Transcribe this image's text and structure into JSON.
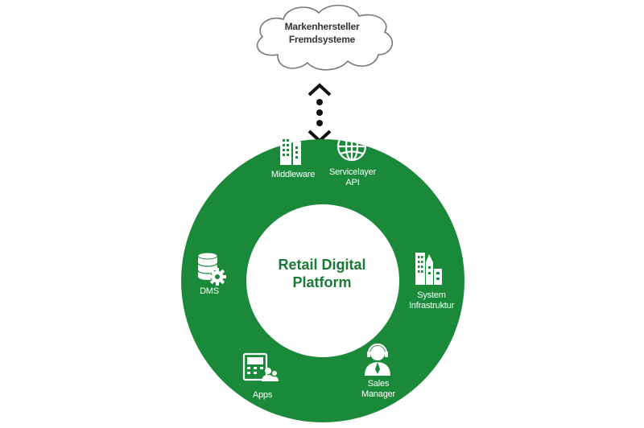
{
  "cloud": {
    "line1": "Markenhersteller",
    "line2": "Fremdsysteme"
  },
  "center": {
    "line1": "Retail Digital",
    "line2": "Platform"
  },
  "nodes": [
    {
      "id": "middleware",
      "label_lines": [
        "Middleware"
      ],
      "icon": "buildings-icon"
    },
    {
      "id": "servicelayer",
      "label_lines": [
        "Servicelayer",
        "API"
      ],
      "icon": "globe-icon"
    },
    {
      "id": "system",
      "label_lines": [
        "System",
        "Infrastruktur"
      ],
      "icon": "buildings-icon"
    },
    {
      "id": "sales",
      "label_lines": [
        "Sales",
        "Manager"
      ],
      "icon": "headset-person-icon"
    },
    {
      "id": "apps",
      "label_lines": [
        "Apps"
      ],
      "icon": "phone-users-icon"
    },
    {
      "id": "dms",
      "label_lines": [
        "DMS"
      ],
      "icon": "database-gear-icon"
    }
  ],
  "colors": {
    "ring": "#1a8a3a",
    "center_text": "#1a7a35",
    "cloud_stroke": "#777777",
    "connector": "#111111"
  }
}
